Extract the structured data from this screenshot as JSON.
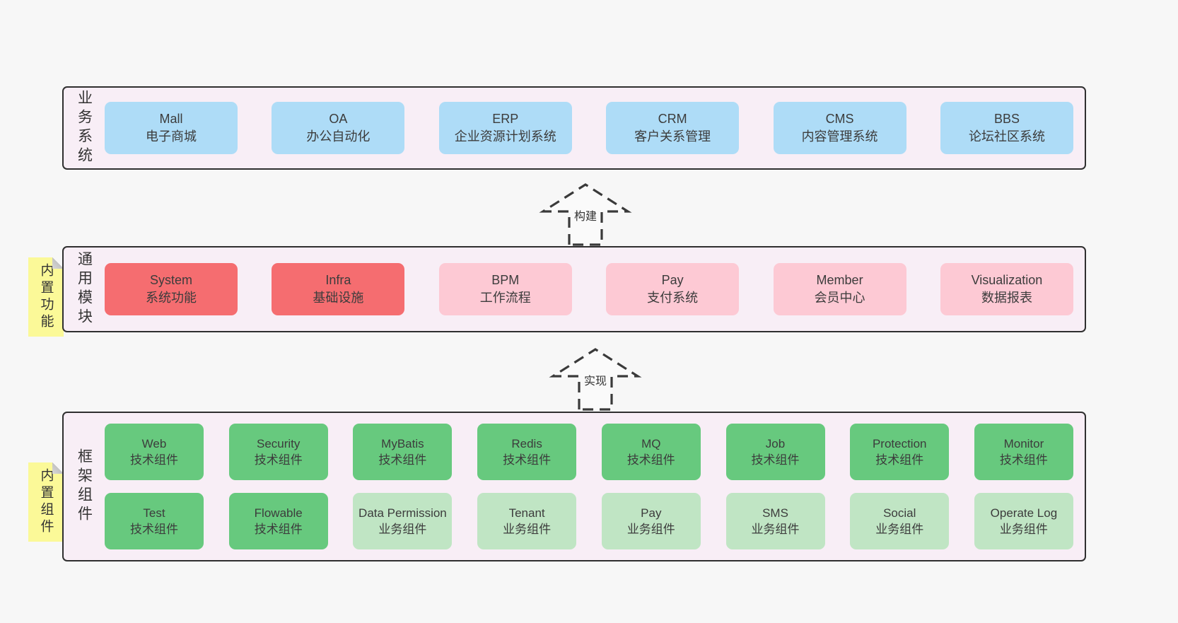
{
  "colors": {
    "page_bg": "#f7f7f7",
    "band_bg": "#f8eef6",
    "band_border": "#2f2f2f",
    "blue": "#aedcf7",
    "red": "#f56d70",
    "pink": "#fdc9d4",
    "green_dark": "#67c97e",
    "green_light": "#c0e5c4",
    "sticky_yellow": "#fbf998"
  },
  "arrows": [
    {
      "label": "构建"
    },
    {
      "label": "实现"
    }
  ],
  "bands": [
    {
      "label": "业务系统",
      "boxes": [
        {
          "title": "Mall",
          "subtitle": "电子商城"
        },
        {
          "title": "OA",
          "subtitle": "办公自动化"
        },
        {
          "title": "ERP",
          "subtitle": "企业资源计划系统"
        },
        {
          "title": "CRM",
          "subtitle": "客户关系管理"
        },
        {
          "title": "CMS",
          "subtitle": "内容管理系统"
        },
        {
          "title": "BBS",
          "subtitle": "论坛社区系统"
        }
      ]
    },
    {
      "label": "通用模块",
      "sticky": "内置功能",
      "boxes": [
        {
          "title": "System",
          "subtitle": "系统功能"
        },
        {
          "title": "Infra",
          "subtitle": "基础设施"
        },
        {
          "title": "BPM",
          "subtitle": "工作流程"
        },
        {
          "title": "Pay",
          "subtitle": "支付系统"
        },
        {
          "title": "Member",
          "subtitle": "会员中心"
        },
        {
          "title": "Visualization",
          "subtitle": "数据报表"
        }
      ]
    },
    {
      "label": "框架组件",
      "sticky": "内置组件",
      "boxes": [
        {
          "title": "Web",
          "subtitle": "技术组件"
        },
        {
          "title": "Security",
          "subtitle": "技术组件"
        },
        {
          "title": "MyBatis",
          "subtitle": "技术组件"
        },
        {
          "title": "Redis",
          "subtitle": "技术组件"
        },
        {
          "title": "MQ",
          "subtitle": "技术组件"
        },
        {
          "title": "Job",
          "subtitle": "技术组件"
        },
        {
          "title": "Protection",
          "subtitle": "技术组件"
        },
        {
          "title": "Monitor",
          "subtitle": "技术组件"
        },
        {
          "title": "Test",
          "subtitle": "技术组件"
        },
        {
          "title": "Flowable",
          "subtitle": "技术组件"
        },
        {
          "title": "Data Permission",
          "subtitle": "业务组件"
        },
        {
          "title": "Tenant",
          "subtitle": "业务组件"
        },
        {
          "title": "Pay",
          "subtitle": "业务组件"
        },
        {
          "title": "SMS",
          "subtitle": "业务组件"
        },
        {
          "title": "Social",
          "subtitle": "业务组件"
        },
        {
          "title": "Operate Log",
          "subtitle": "业务组件"
        }
      ]
    }
  ]
}
